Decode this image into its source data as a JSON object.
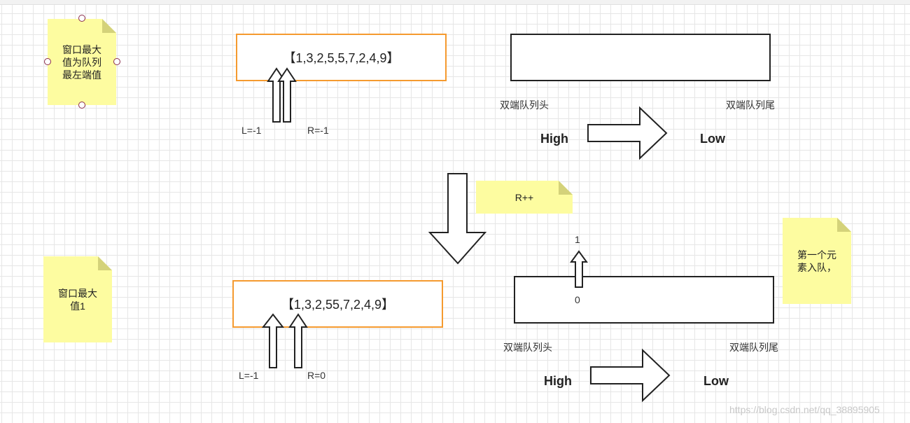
{
  "notes": {
    "note1": "窗口最大\n值为队列\n最左端值",
    "note2": "R++",
    "note3": "窗口最大\n值1",
    "note4": "第一个元\n素入队，"
  },
  "top": {
    "array": "【1,3,2,5,5,7,2,4,9】",
    "l_label": "L=-1",
    "r_label": "R=-1",
    "deque_head": "双端队列头",
    "deque_tail": "双端队列尾",
    "high": "High",
    "low": "Low"
  },
  "bottom": {
    "array": "【1,3,2,55,7,2,4,9】",
    "l_label": "L=-1",
    "r_label": "R=0",
    "deque_head": "双端队列头",
    "deque_tail": "双端队列尾",
    "high": "High",
    "low": "Low",
    "deque_value": "1",
    "deque_index": "0"
  },
  "watermark": "https://blog.csdn.net/qq_38895905"
}
